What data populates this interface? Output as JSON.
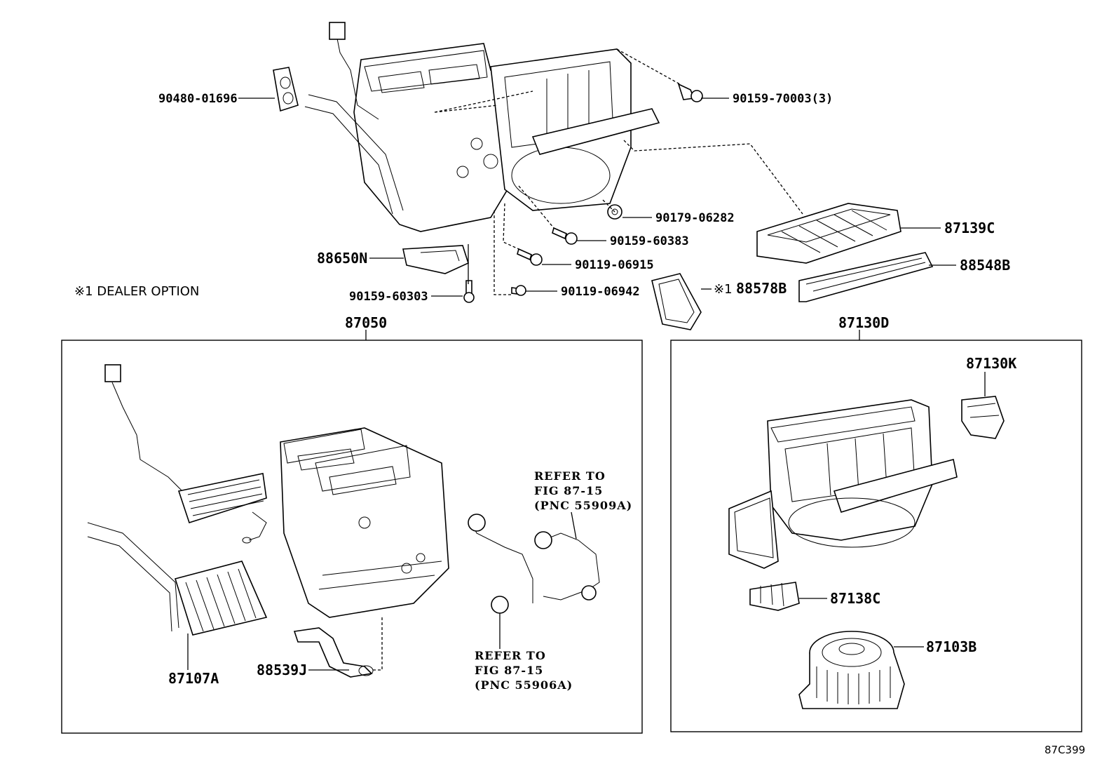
{
  "figure_code": "87C399",
  "note": "※1  DEALER OPTION",
  "parts": {
    "p90480_01696": "90480-01696",
    "p90159_70003": "90159-70003(3)",
    "p90179_06282": "90179-06282",
    "p87139C": "87139C",
    "p90159_60383": "90159-60383",
    "p88548B": "88548B",
    "p88650N": "88650N",
    "p90119_06915": "90119-06915",
    "p90159_60303": "90159-60303",
    "p90119_06942": "90119-06942",
    "p88578B_mark": "※1",
    "p88578B": "88578B",
    "p87050": "87050",
    "p87130D": "87130D",
    "p87130K": "87130K",
    "p87138C": "87138C",
    "p87103B": "87103B",
    "p87107A": "87107A",
    "p88539J": "88539J"
  },
  "refs": {
    "ref1": [
      "REFER TO",
      "FIG 87-15",
      "(PNC 55909A)"
    ],
    "ref2": [
      "REFER TO",
      "FIG 87-15",
      "(PNC 55906A)"
    ]
  }
}
